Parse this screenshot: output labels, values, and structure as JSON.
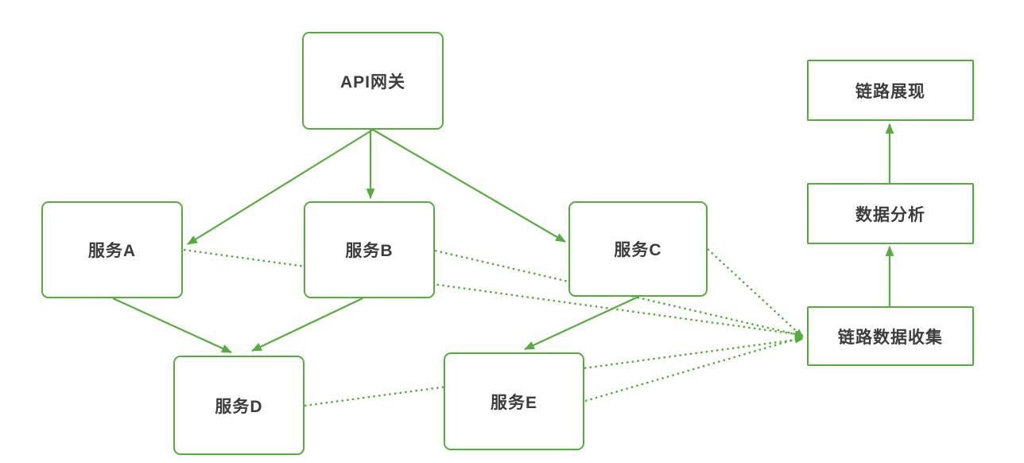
{
  "diagram": {
    "type": "flowchart",
    "colors": {
      "stroke": "#57ab40",
      "node_fill": "#ffffff",
      "text": "#3c3c3c",
      "background": "#ffffff"
    },
    "nodes": {
      "gateway": {
        "label": "API网关"
      },
      "service_a": {
        "label": "服务A"
      },
      "service_b": {
        "label": "服务B"
      },
      "service_c": {
        "label": "服务C"
      },
      "service_d": {
        "label": "服务D"
      },
      "service_e": {
        "label": "服务E"
      },
      "display": {
        "label": "链路展现"
      },
      "analysis": {
        "label": "数据分析"
      },
      "collect": {
        "label": "链路数据收集"
      }
    },
    "edges": [
      {
        "from": "gateway",
        "to": "service_a",
        "style": "solid"
      },
      {
        "from": "gateway",
        "to": "service_b",
        "style": "solid"
      },
      {
        "from": "gateway",
        "to": "service_c",
        "style": "solid"
      },
      {
        "from": "service_a",
        "to": "service_d",
        "style": "solid"
      },
      {
        "from": "service_b",
        "to": "service_d",
        "style": "solid"
      },
      {
        "from": "service_c",
        "to": "service_e",
        "style": "solid"
      },
      {
        "from": "collect",
        "to": "analysis",
        "style": "solid"
      },
      {
        "from": "analysis",
        "to": "display",
        "style": "solid"
      },
      {
        "from": "service_a",
        "to": "collect",
        "style": "dotted"
      },
      {
        "from": "service_b",
        "to": "collect",
        "style": "dotted"
      },
      {
        "from": "service_c",
        "to": "collect",
        "style": "dotted"
      },
      {
        "from": "service_d",
        "to": "collect",
        "style": "dotted"
      },
      {
        "from": "service_e",
        "to": "collect",
        "style": "dotted"
      }
    ]
  }
}
